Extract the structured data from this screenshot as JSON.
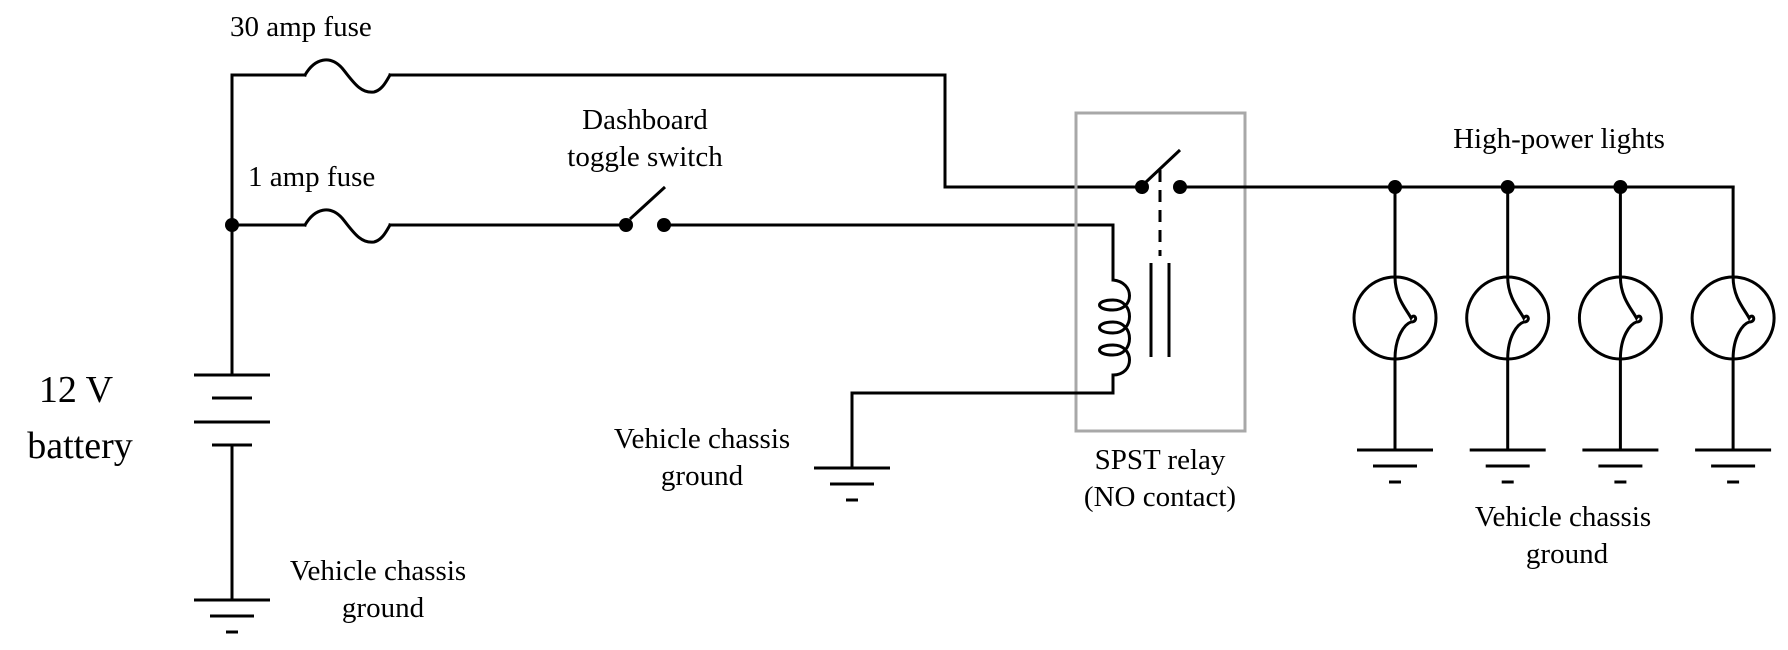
{
  "diagram": {
    "type": "circuit schematic",
    "labels": {
      "fuse_30": "30 amp fuse",
      "fuse_1": "1 amp fuse",
      "battery_line1": "12 V",
      "battery_line2": "battery",
      "toggle_line1": "Dashboard",
      "toggle_line2": "toggle switch",
      "relay_line1": "SPST relay",
      "relay_line2": "(NO contact)",
      "lights": "High-power lights",
      "ground_line1": "Vehicle chassis",
      "ground_line2": "ground"
    },
    "components": [
      {
        "id": "battery",
        "kind": "battery",
        "label": "12 V battery"
      },
      {
        "id": "fuse30",
        "kind": "fuse",
        "label": "30 amp fuse"
      },
      {
        "id": "fuse1",
        "kind": "fuse",
        "label": "1 amp fuse"
      },
      {
        "id": "toggle",
        "kind": "switch",
        "state": "open",
        "label": "Dashboard toggle switch"
      },
      {
        "id": "relay",
        "kind": "relay",
        "contact": "normally open",
        "label": "SPST relay (NO contact)"
      },
      {
        "id": "lamp1",
        "kind": "lamp"
      },
      {
        "id": "lamp2",
        "kind": "lamp"
      },
      {
        "id": "lamp3",
        "kind": "lamp"
      },
      {
        "id": "lamp4",
        "kind": "lamp"
      }
    ],
    "lamp_count": 4,
    "ground_count": 6,
    "colors": {
      "wire": "#000000",
      "relay_box": "#a8a8a8",
      "background": "#ffffff"
    }
  }
}
